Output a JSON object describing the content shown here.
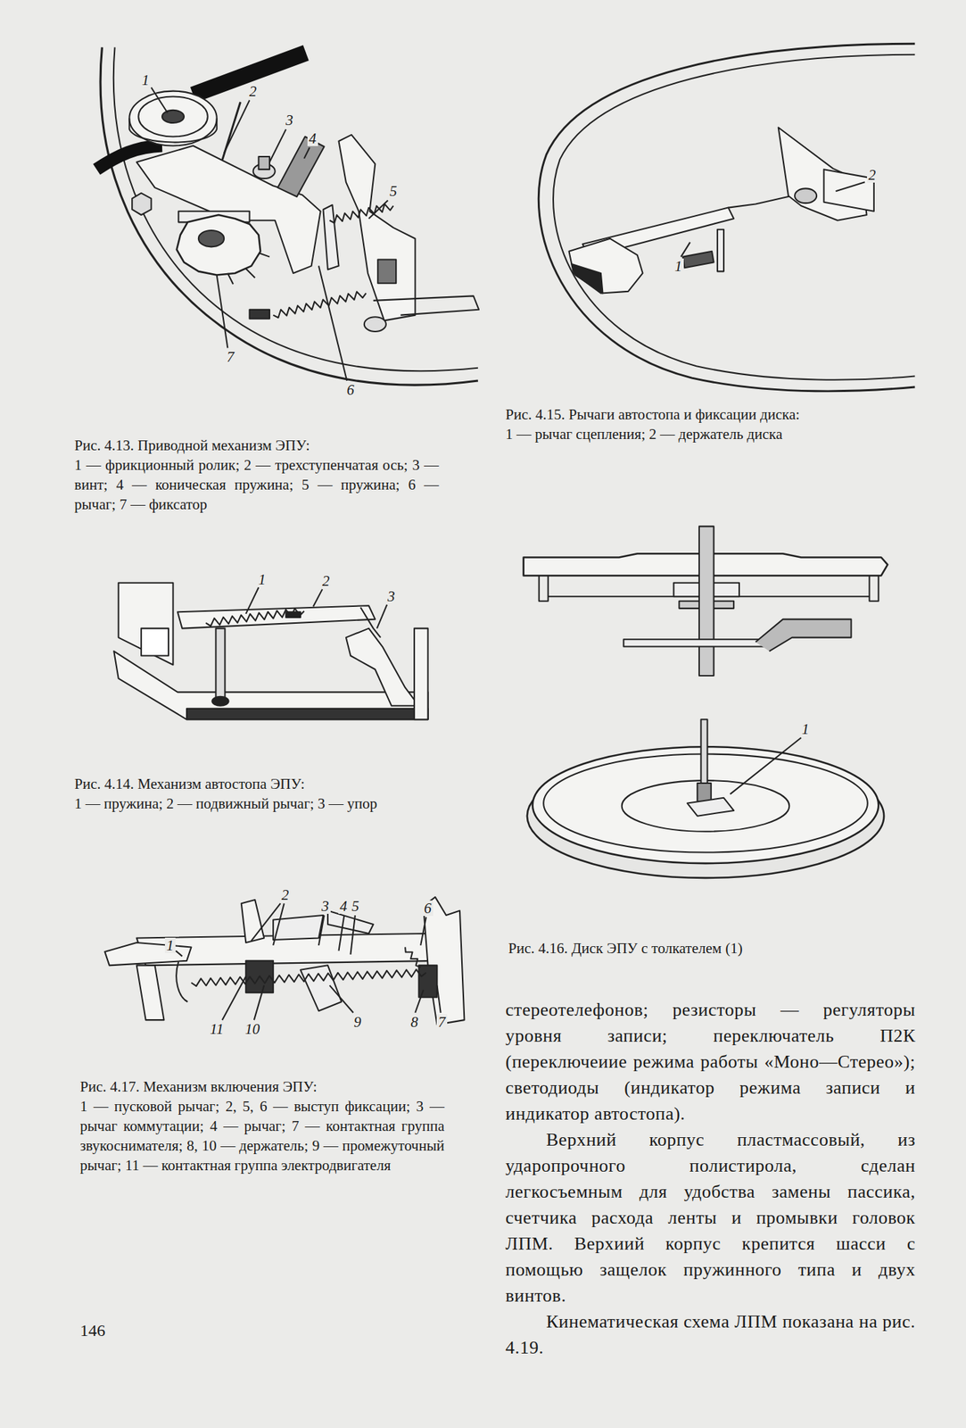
{
  "diagram": {
    "labels": [
      "1",
      "2",
      "3",
      "4",
      "5",
      "7",
      "6",
      "Рис. 4.13. Приводной механизм ЭПУ:",
      "1 — фрикционный ролик; 2 — трехступенчатая ось; 3 — винт; 4 — коническая пружина; 5 — пружина; 6 — рычаг; 7 — фиксатор",
      "2",
      "1",
      "Рис. 4.15. Рычаги автостопа и фиксации диска:",
      "1 — рычаг сцепления; 2 — держатель диска",
      "1",
      "2",
      "3",
      "Рис. 4.14. Механизм автостопа ЭПУ:",
      "1 — пружина; 2 — подвижный рычаг; 3 — упор",
      "1",
      "Рис. 4.16. Диск ЭПУ с толкателем (1)",
      "2",
      "3",
      "4",
      "5",
      "6",
      "1",
      "11",
      "10",
      "9",
      "8",
      "7",
      "Рис. 4.17. Механизм включения ЭПУ:",
      "1 — пусковой рычаг; 2, 5, 6 — выступ фиксации; 3 — рычаг коммутации; 4 — рычаг; 7 — контактная группа звукоснимателя; 8, 10 — держатель; 9 — промежуточный рычаг; 11 — контактная группа электродвигателя",
      "стереотелефонов; резисторы — регуляторы уровня записи; переключатель П2К (переключеиие режима работы «Моно—Стерео»); светодиоды (индикатор режима записи и индикатор автостопа).",
      "Верхний корпус пластмассовый, из ударопрочного полистирола, сделан легкосъемным для удобства замены пассика, счетчика расхода ленты и промывки головок ЛПМ. Верхиий корпус крепится шасси с помощью защелок пружинного типа и двух винтов.",
      "Кинематическая схема ЛПМ показана на рис. 4.19.",
      "146"
    ]
  }
}
